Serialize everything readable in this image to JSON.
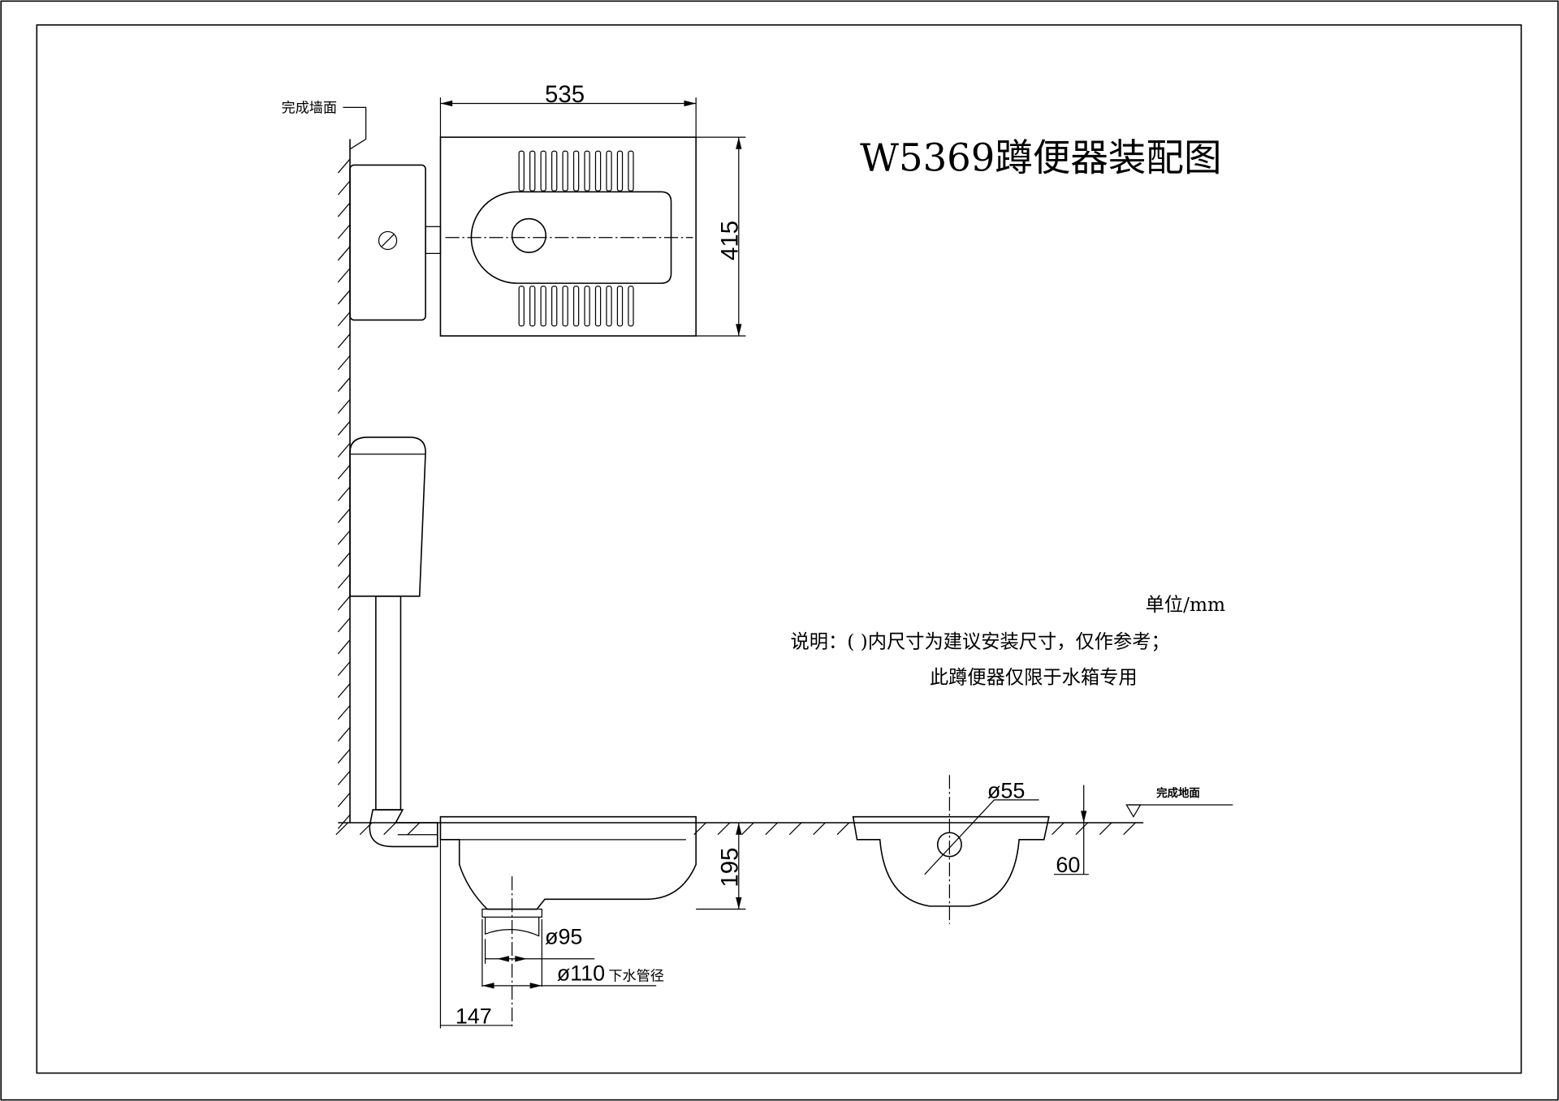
{
  "title": "W5369蹲便器装配图",
  "unit_note": "单位/mm",
  "notes": [
    "说明：( )内尺寸为建议安装尺寸，仅作参考；",
    "此蹲便器仅限于水箱专用"
  ],
  "labels": {
    "finished_wall": "完成墙面",
    "finished_floor": "完成地面",
    "drain_pipe": "下水管径"
  },
  "dimensions": {
    "width": "535",
    "depth": "415",
    "height": "195",
    "inlet_diameter": "ø55",
    "recess": "60",
    "outlet_inner": "ø95",
    "outlet_outer": "ø110",
    "outlet_offset": "147"
  }
}
